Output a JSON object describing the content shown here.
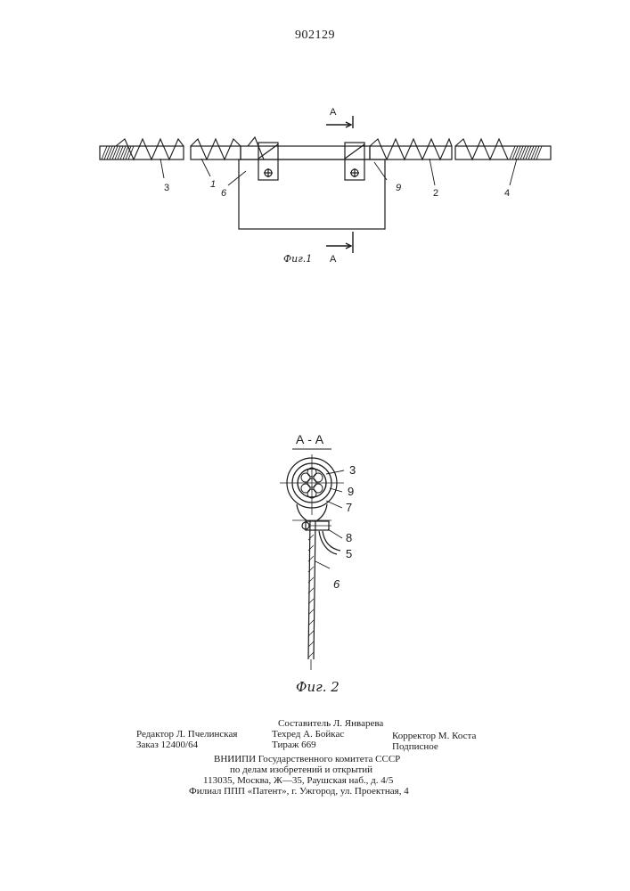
{
  "header": {
    "patent_number": "902129"
  },
  "figure1": {
    "caption": "Фиг.1",
    "section_marker": "А",
    "callouts": {
      "n3": "3",
      "n1": "1",
      "n6": "6",
      "n9": "9",
      "n2": "2",
      "n4": "4"
    }
  },
  "figure2": {
    "section_title": "А - А",
    "caption": "Фиг. 2",
    "callouts": {
      "n3": "3",
      "n9": "9",
      "n7": "7",
      "n8": "8",
      "n5": "5",
      "n6": "6"
    }
  },
  "imprint": {
    "compiler": "Составитель Л. Январева",
    "editor": "Редактор Л. Пчелинская",
    "tech_editor": "Техред А. Бойкас",
    "proofreader": "Корректор М. Коста",
    "order": "Заказ 12400/64",
    "circulation": "Тираж 669",
    "subscription": "Подписное",
    "org_line1": "ВНИИПИ Государственного комитета СССР",
    "org_line2": "по делам изобретений и открытий",
    "org_line3": "113035, Москва, Ж—35, Раушская наб., д. 4/5",
    "org_line4": "Филиал ППП «Патент», г. Ужгород, ул. Проектная, 4"
  }
}
